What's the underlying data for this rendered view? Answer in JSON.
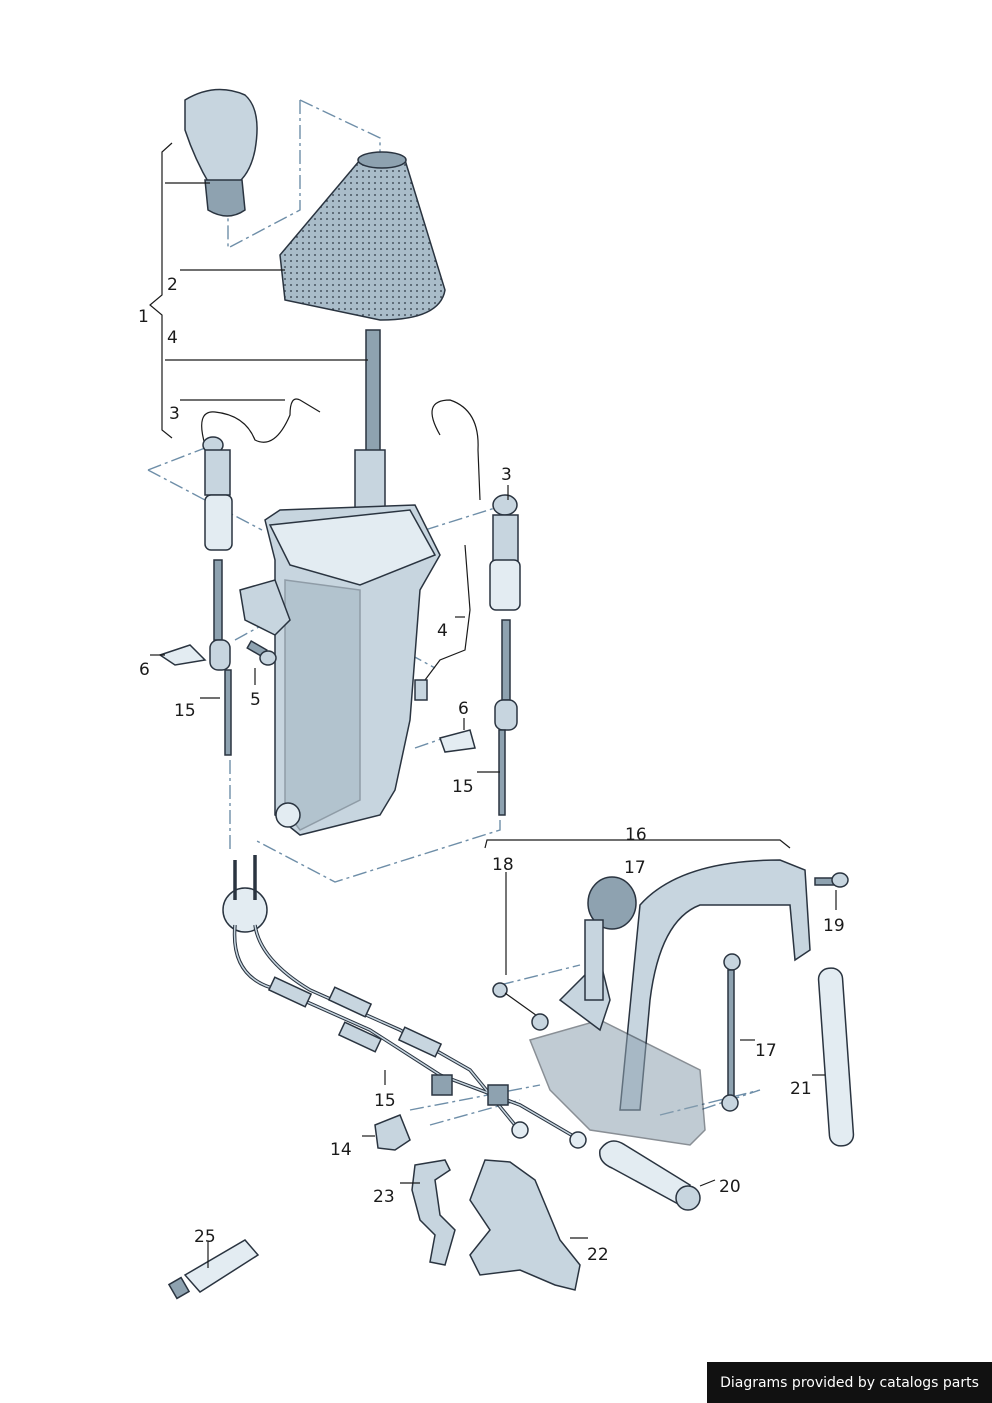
{
  "labels": {
    "l1": "1",
    "l2": "2",
    "l3a": "3",
    "l3b": "3",
    "l4a": "4",
    "l4b": "4",
    "l5": "5",
    "l6a": "6",
    "l6b": "6",
    "l14": "14",
    "l15a": "15",
    "l15b": "15",
    "l15c": "15",
    "l16": "16",
    "l17a": "17",
    "l17b": "17",
    "l18": "18",
    "l19": "19",
    "l20": "20",
    "l21": "21",
    "l22": "22",
    "l23": "23",
    "l25": "25"
  },
  "credit": "Diagrams provided by catalogs parts",
  "colors": {
    "part_fill": "#c7d5df",
    "line": "#2a3440",
    "dash": "#6e8ea8"
  }
}
